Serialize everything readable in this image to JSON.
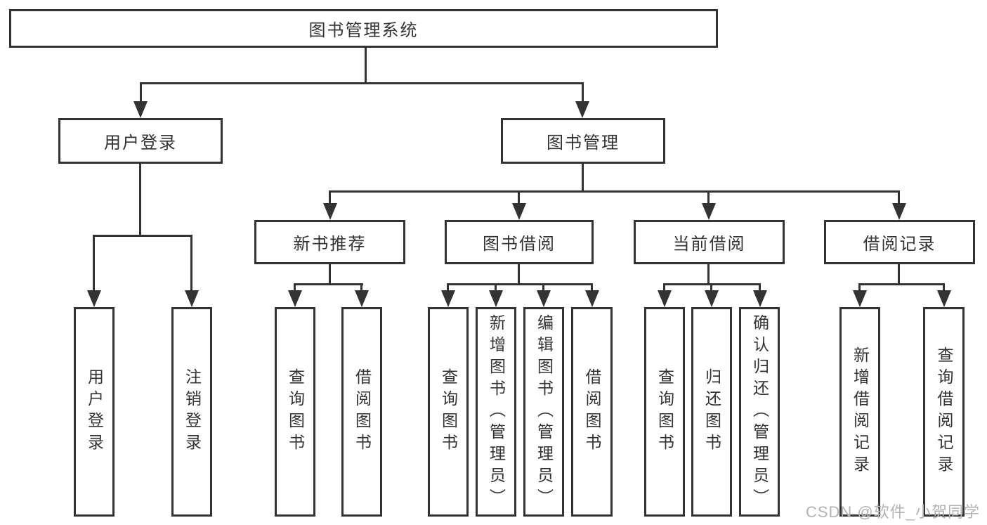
{
  "diagram": {
    "root": {
      "label": "图书管理系统"
    },
    "login": {
      "label": "用户登录",
      "children": [
        {
          "label": "用户登录"
        },
        {
          "label": "注销登录"
        }
      ]
    },
    "manage": {
      "label": "图书管理",
      "children": [
        {
          "label": "新书推荐",
          "children": [
            {
              "label": "查询图书"
            },
            {
              "label": "借阅图书"
            }
          ]
        },
        {
          "label": "图书借阅",
          "children": [
            {
              "label": "查询图书"
            },
            {
              "label": "新增图书（管理员）"
            },
            {
              "label": "编辑图书（管理员）"
            },
            {
              "label": "借阅图书"
            }
          ]
        },
        {
          "label": "当前借阅",
          "children": [
            {
              "label": "查询图书"
            },
            {
              "label": "归还图书"
            },
            {
              "label": "确认归还（管理员）"
            }
          ]
        },
        {
          "label": "借阅记录",
          "children": [
            {
              "label": "新增借阅记录"
            },
            {
              "label": "查询借阅记录"
            }
          ]
        }
      ]
    }
  },
  "watermark": {
    "text": "CSDN @软件_小贺同学"
  },
  "colors": {
    "line": "#333333",
    "text": "#333333",
    "background": "#ffffff",
    "watermark": "#b3b3b3"
  }
}
